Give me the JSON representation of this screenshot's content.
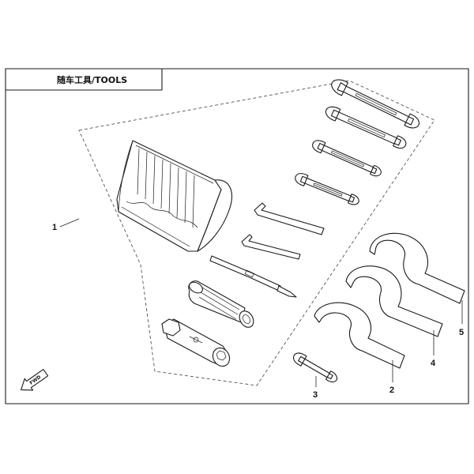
{
  "diagram": {
    "title": "随车工具/TOOLS",
    "direction_label": "FWD",
    "callouts": [
      "1",
      "2",
      "3",
      "4",
      "5"
    ]
  },
  "icons": {
    "direction": "fwd-arrow-icon"
  }
}
